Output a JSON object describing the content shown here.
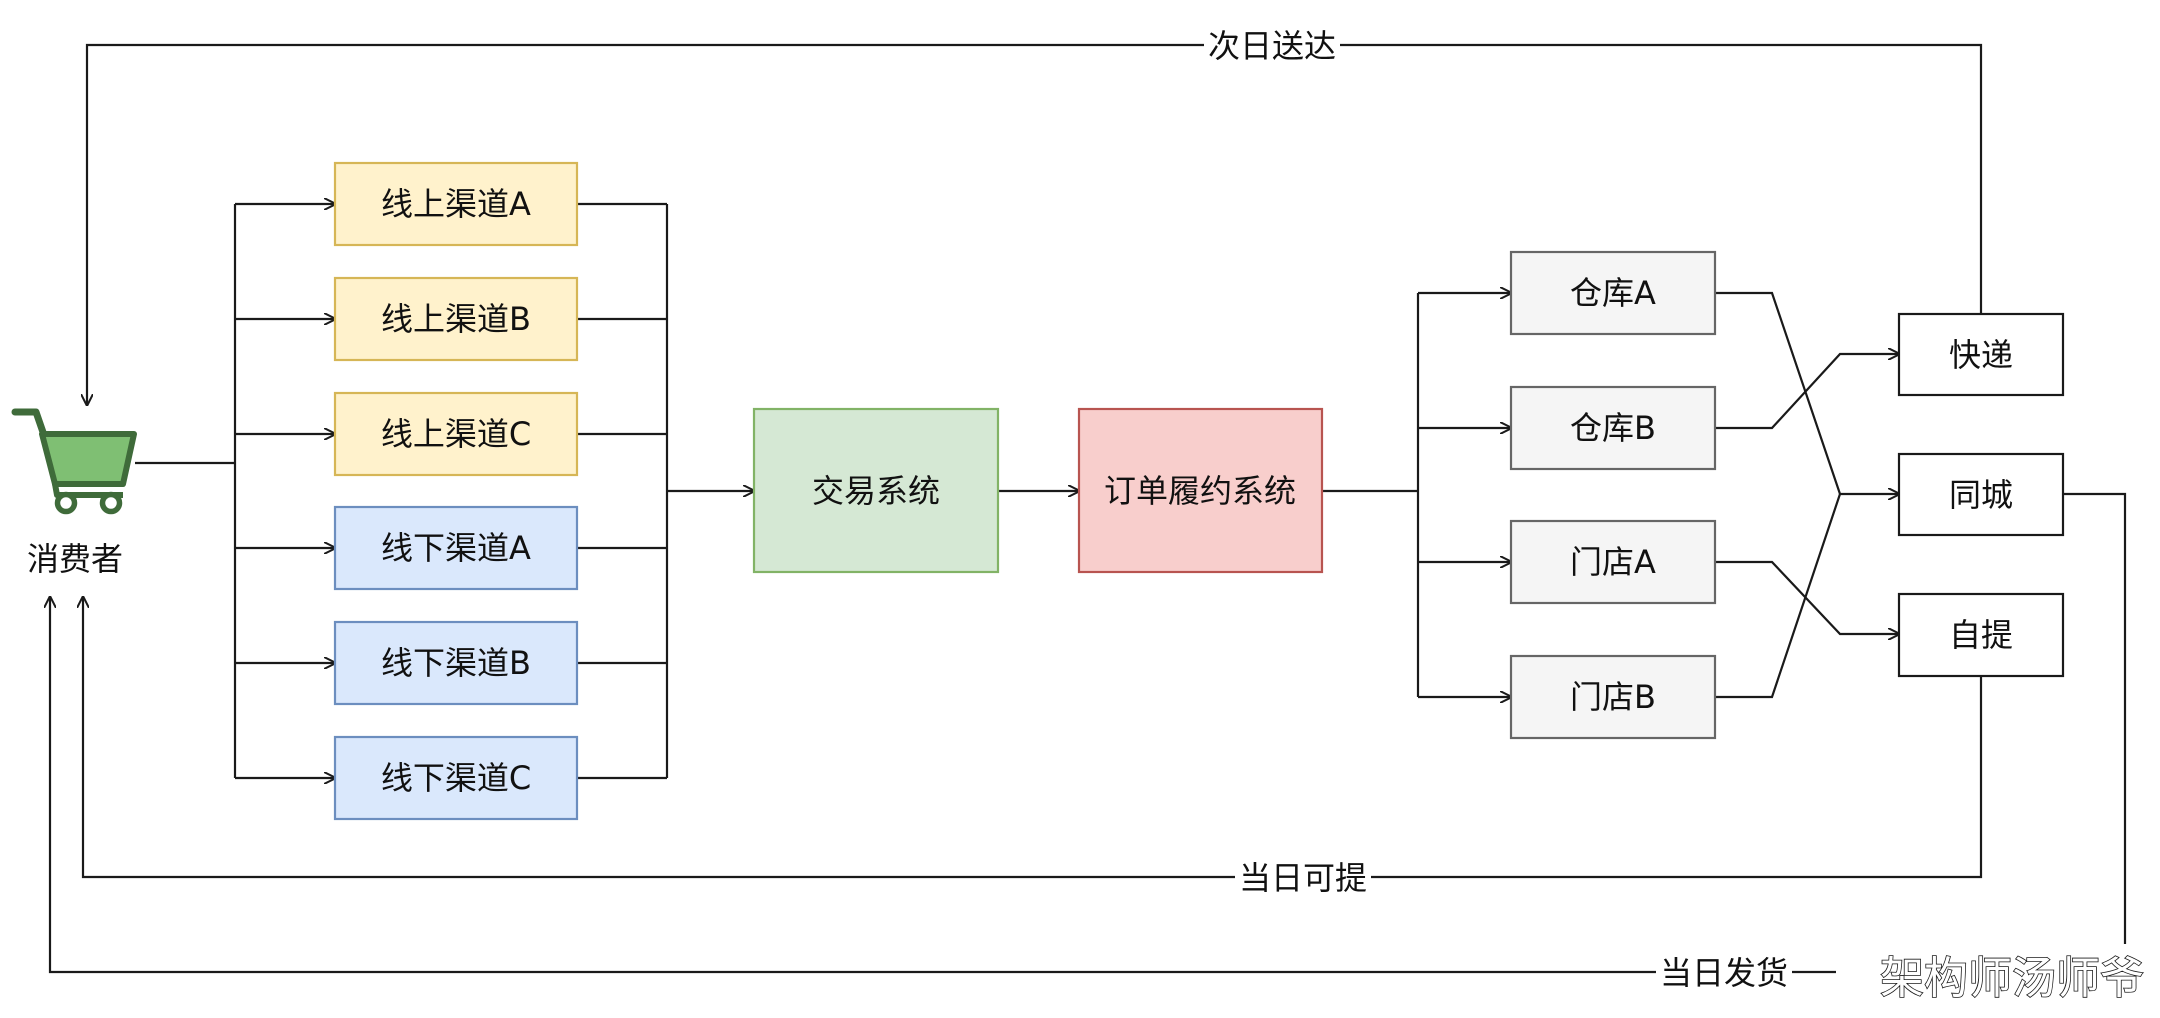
{
  "consumer": {
    "label": "消费者",
    "icon": "shopping-cart-icon",
    "icon_color": "#5a9e54",
    "icon_stroke": "#3f6b3a"
  },
  "channels": {
    "online": [
      "线上渠道A",
      "线上渠道B",
      "线上渠道C"
    ],
    "offline": [
      "线下渠道A",
      "线下渠道B",
      "线下渠道C"
    ]
  },
  "systems": {
    "trade": "交易系统",
    "fulfillment": "订单履约系统"
  },
  "sources": [
    "仓库A",
    "仓库B",
    "门店A",
    "门店B"
  ],
  "delivery_modes": [
    "快递",
    "同城",
    "自提"
  ],
  "return_labels": {
    "express": "次日送达",
    "pickup": "当日可提",
    "same_city": "当日发货"
  },
  "watermark": "架构师汤师爷",
  "colors": {
    "online_fill": "#fff2cc",
    "online_stroke": "#d6b656",
    "offline_fill": "#dae8fc",
    "offline_stroke": "#6c8ebf",
    "trade_fill": "#d5e8d4",
    "trade_stroke": "#82b366",
    "fulfillment_fill": "#f8cecc",
    "fulfillment_stroke": "#b85450",
    "source_fill": "#f5f5f5",
    "source_stroke": "#666666",
    "mode_fill": "#ffffff",
    "mode_stroke": "#1a1a1a",
    "line": "#1a1a1a"
  }
}
